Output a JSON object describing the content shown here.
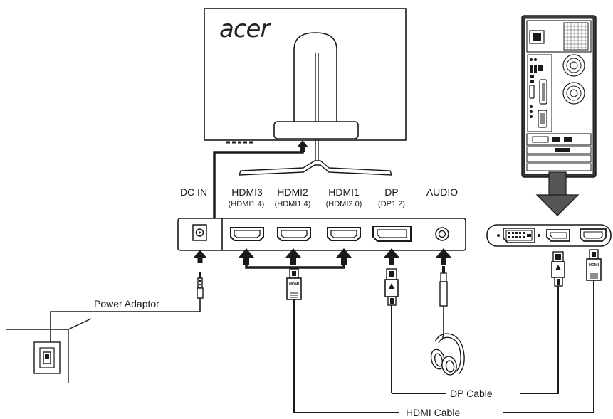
{
  "monitor": {
    "brand": "acer"
  },
  "ports": [
    {
      "name": "DC IN",
      "sub": ""
    },
    {
      "name": "HDMI3",
      "sub": "(HDMI1.4)"
    },
    {
      "name": "HDMI2",
      "sub": "(HDMI1.4)"
    },
    {
      "name": "HDMI1",
      "sub": "(HDMI2.0)"
    },
    {
      "name": "DP",
      "sub": "(DP1.2)"
    },
    {
      "name": "AUDIO",
      "sub": ""
    }
  ],
  "labels": {
    "power_adaptor": "Power Adaptor",
    "dp_cable": "DP Cable",
    "hdmi_cable": "HDMI Cable"
  },
  "connector_text": {
    "hdmi": "HDMI"
  },
  "colors": {
    "line": "#1a1a1a",
    "panel_fill": "#ffffff",
    "pc_fill": "#3a3a3a",
    "arrow_grey": "#555555"
  }
}
